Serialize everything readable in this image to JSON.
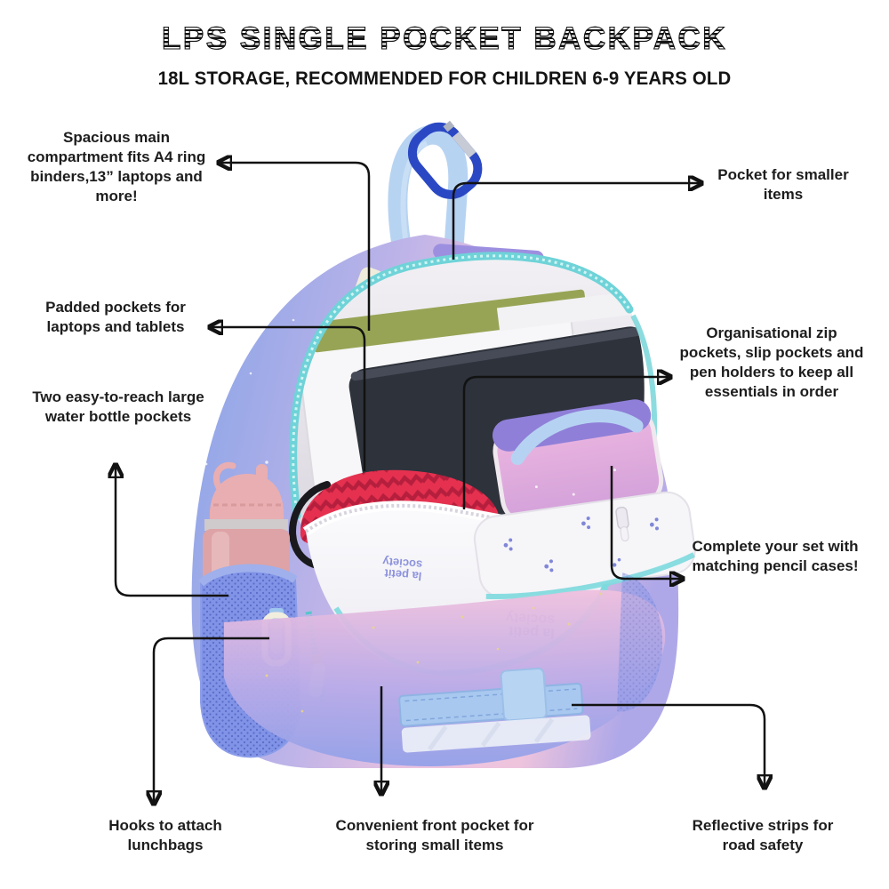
{
  "header": {
    "title": "LPS SINGLE POCKET BACKPACK",
    "subtitle": "18L STORAGE, RECOMMENDED FOR CHILDREN 6-9 YEARS OLD"
  },
  "callouts": {
    "spacious_main": "Spacious main compartment fits A4 ring binders,13” laptops and more!",
    "pocket_smaller": "Pocket for smaller items",
    "padded_pockets": "Padded pockets for laptops and tablets",
    "water_bottle": "Two easy-to-reach large water bottle pockets",
    "organisational": "Organisational zip pockets, slip pockets and pen holders to keep all essentials in order",
    "pencil_cases": "Complete your set with matching pencil cases!",
    "hooks": "Hooks to attach lunchbags",
    "front_pocket": "Convenient front pocket for storing small items",
    "reflective": "Reflective strips for road safety"
  },
  "product": {
    "flap_print_line1": "la petit",
    "flap_print_line2": "society"
  },
  "palette": {
    "callout_line": "#121212",
    "text": "#1d1d1d",
    "bag_periwinkle": "#8CA5E8",
    "bag_pink": "#EBC2DF",
    "bag_purple": "#9B8AD8",
    "zipper_teal": "#6FD3D8",
    "laptop_dark": "#2E323B",
    "book_green": "#97A455",
    "umbrella_red": "#E5314F",
    "bottle_pink": "#DDA3A6",
    "mesh_blue": "#8093E6",
    "strap_blue": "#A9C8EF",
    "carabiner_blue": "#2B48C4"
  }
}
